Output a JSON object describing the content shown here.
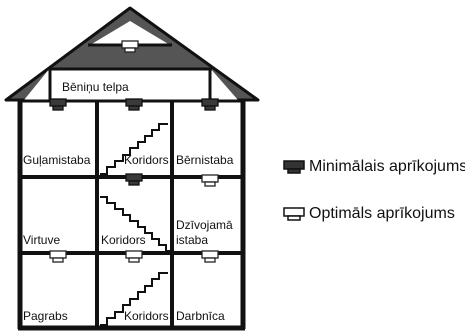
{
  "rooms": {
    "attic": "Bēniņu telpa",
    "bedroom": "Guļamistaba",
    "corridor_top": "Koridors",
    "kids_room": "Bērnistaba",
    "kitchen": "Virtuve",
    "corridor_mid": "Koridors",
    "living_room_line1": "Dzīvojamā",
    "living_room_line2": "istaba",
    "basement": "Pagrabs",
    "corridor_bottom": "Koridors",
    "workshop": "Darbnīca"
  },
  "legend": {
    "minimal": {
      "label": "Minimālais aprīkojums",
      "icon": "dark-detector-icon",
      "color": "#333333"
    },
    "optimal": {
      "label": "Optimāls aprīkojums",
      "icon": "light-detector-icon",
      "color": "#ffffff"
    }
  }
}
